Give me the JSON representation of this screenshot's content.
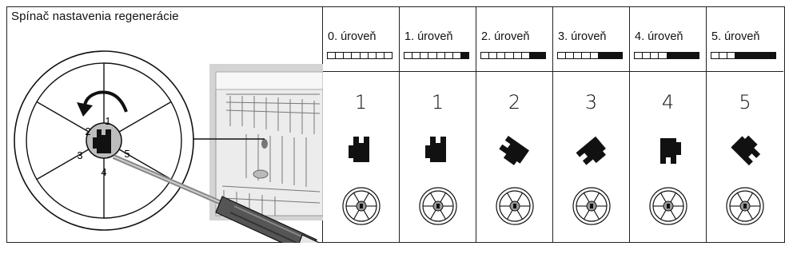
{
  "left_panel": {
    "title": "Spínač nastavenia regenerácie",
    "dial_numbers": [
      "1",
      "2",
      "3",
      "4",
      "5"
    ]
  },
  "levels": [
    {
      "label": "0. úroveň",
      "number": "1",
      "filled_segments": 0,
      "rotation": 0
    },
    {
      "label": "1. úroveň",
      "number": "1",
      "filled_segments": 1,
      "rotation": 0
    },
    {
      "label": "2. úroveň",
      "number": "2",
      "filled_segments": 2,
      "rotation": -55
    },
    {
      "label": "3. úroveň",
      "number": "3",
      "filled_segments": 3,
      "rotation": -130
    },
    {
      "label": "4. úroveň",
      "number": "4",
      "filled_segments": 4,
      "rotation": 180
    },
    {
      "label": "5. úroveň",
      "number": "5",
      "filled_segments": 5,
      "rotation": 135
    }
  ],
  "bar_total_segments": 8,
  "colors": {
    "line": "#111111",
    "panel_gray": "#dcdcdc",
    "screwdriver_handle": "#555555"
  }
}
